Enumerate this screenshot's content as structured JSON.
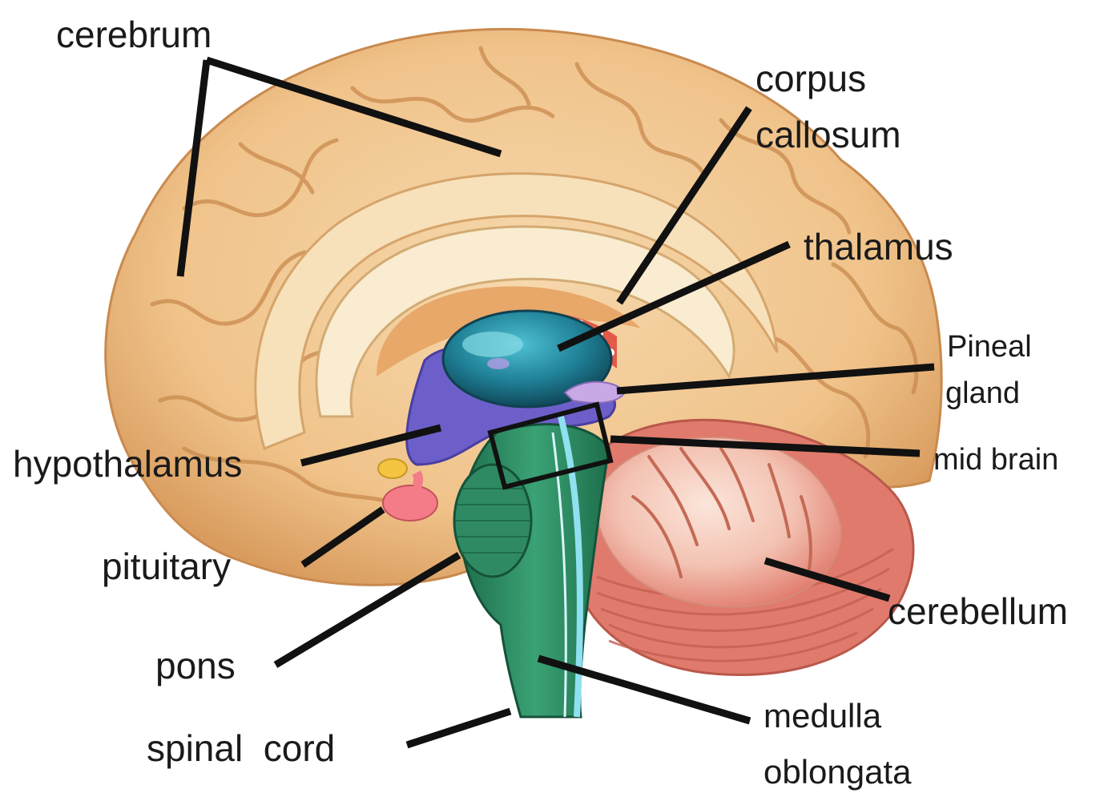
{
  "labels": {
    "cerebrum": "cerebrum",
    "corpus_1": "corpus",
    "corpus_2": "callosum",
    "thalamus": "thalamus",
    "pineal_1": "Pineal",
    "pineal_2": "gland",
    "hypothalamus": "hypothalamus",
    "mid_brain": "mid brain",
    "pituitary": "pituitary",
    "cerebellum": "cerebellum",
    "pons": "pons",
    "medulla_1": "medulla",
    "medulla_2": "oblongata",
    "spinal_cord": "spinal  cord"
  },
  "colors": {
    "cerebrum": "#f2c892",
    "cerebrum_shadow": "#d9a062",
    "corpus_callosum": "#f8e6c0",
    "thalamus": "#1f7f95",
    "hypothalamus": "#6d5fc9",
    "brainstem": "#2f8a63",
    "cerebellum_outer": "#e07a6c",
    "cerebellum_inner": "#f7d4c8",
    "pituitary": "#f47c88",
    "leader_line": "#111111"
  }
}
